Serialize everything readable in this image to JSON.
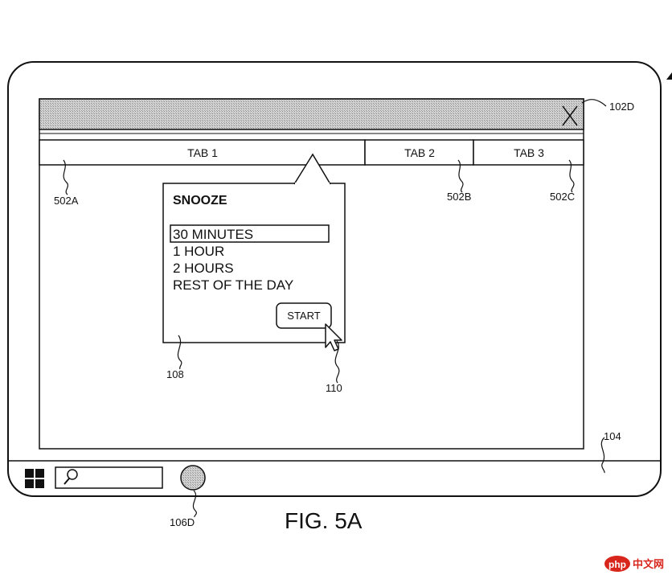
{
  "references": {
    "close": "102D",
    "screen": "104",
    "assistant_button": "106D",
    "popup": "108",
    "pointer": "110",
    "tab_1": "502A",
    "tab_2": "502B",
    "tab_3": "502C"
  },
  "tabs": [
    {
      "label": "TAB 1"
    },
    {
      "label": "TAB 2"
    },
    {
      "label": "TAB 3"
    }
  ],
  "window": {
    "close_glyph": "X"
  },
  "snooze_popup": {
    "title": "SNOOZE",
    "options": [
      "30 MINUTES",
      "1 HOUR",
      "2 HOURS",
      "REST OF THE DAY"
    ],
    "selected_option": "30 MINUTES",
    "start_label": "START"
  },
  "taskbar": {
    "start_icon": "windows-logo-icon",
    "search_icon": "search-icon"
  },
  "figure": {
    "caption": "FIG. 5A"
  },
  "watermark": {
    "logo_text": "php",
    "site_text": "中文网"
  },
  "colors": {
    "line": "#111111",
    "title_bar_hatch": "#b9b9b9",
    "assistant_fill": "#c8c8c8",
    "watermark_red": "#d9261c"
  }
}
